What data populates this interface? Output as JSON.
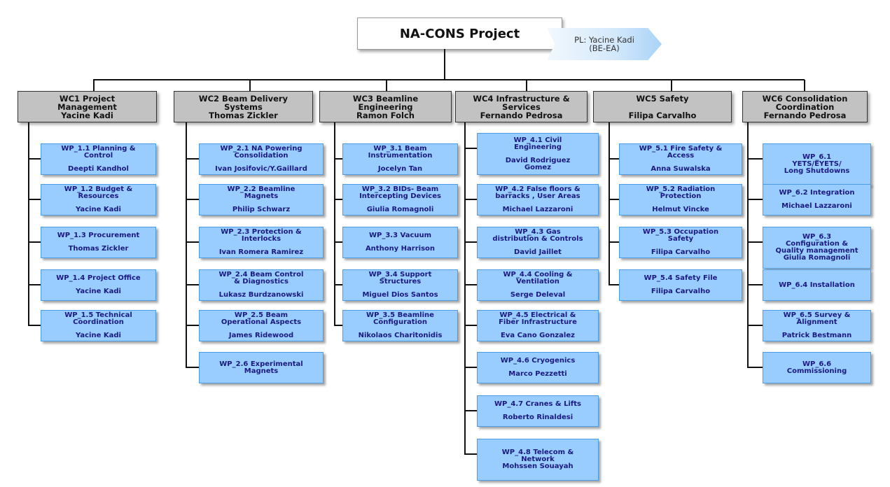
{
  "project": {
    "title": "NA-CONS Project",
    "project_leader": [
      "PL: Yacine Kadi",
      "(BE-EA)"
    ]
  },
  "colors": {
    "wc_fill": "#c2c2c2",
    "wp_fill": "#99ccff",
    "wp_border": "#4a9be8",
    "wp_text": "#1a1a80",
    "connector": "#111111"
  },
  "work_clusters": [
    {
      "id": "wc1",
      "title_lines": [
        "WC1 Project",
        "Management",
        "Yacine Kadi"
      ],
      "packages": [
        {
          "title": [
            "WP_1.1 Planning &",
            "Control"
          ],
          "owner": [
            "Deepti Kandhol"
          ]
        },
        {
          "title": [
            "WP_1.2 Budget &",
            "Resources"
          ],
          "owner": [
            "Yacine Kadi"
          ]
        },
        {
          "title": [
            "WP_1.3 Procurement"
          ],
          "owner": [
            "Thomas Zickler"
          ]
        },
        {
          "title": [
            "WP_1.4 Project Office"
          ],
          "owner": [
            "Yacine Kadi"
          ]
        },
        {
          "title": [
            "WP_1.5 Technical",
            "Coordination"
          ],
          "owner": [
            "Yacine Kadi"
          ]
        }
      ]
    },
    {
      "id": "wc2",
      "title_lines": [
        "WC2 Beam Delivery",
        "Systems",
        "Thomas Zickler"
      ],
      "packages": [
        {
          "title": [
            "WP_2.1 NA Powering",
            "Consolidation"
          ],
          "owner": [
            "Ivan Josifovic/Y.Gaillard"
          ]
        },
        {
          "title": [
            "WP_2.2 Beamline",
            "Magnets"
          ],
          "owner": [
            "Philip Schwarz"
          ]
        },
        {
          "title": [
            "WP_2.3 Protection &",
            "Interlocks"
          ],
          "owner": [
            "Ivan Romera Ramirez"
          ]
        },
        {
          "title": [
            "WP_2.4 Beam Control",
            "& Diagnostics"
          ],
          "owner": [
            "Lukasz Burdzanowski"
          ]
        },
        {
          "title": [
            "WP_2.5 Beam",
            "Operational Aspects"
          ],
          "owner": [
            "James Ridewood"
          ]
        },
        {
          "title": [
            "WP_2.6 Experimental",
            "Magnets"
          ],
          "owner": []
        }
      ]
    },
    {
      "id": "wc3",
      "title_lines": [
        "WC3 Beamline",
        "Engineering",
        "Ramon Folch"
      ],
      "packages": [
        {
          "title": [
            "WP_3.1 Beam",
            "Instrumentation"
          ],
          "owner": [
            "Jocelyn Tan"
          ]
        },
        {
          "title": [
            "WP_3.2 BIDs- Beam",
            "Intercepting Devices"
          ],
          "owner": [
            "Giulia Romagnoli"
          ]
        },
        {
          "title": [
            "WP_3.3 Vacuum"
          ],
          "owner": [
            "Anthony Harrison"
          ]
        },
        {
          "title": [
            "WP_3.4 Support",
            "Structures"
          ],
          "owner": [
            "Miguel Dios Santos"
          ]
        },
        {
          "title": [
            "WP_3.5 Beamline",
            "Configuration"
          ],
          "owner": [
            "Nikolaos Charitonidis"
          ]
        }
      ]
    },
    {
      "id": "wc4",
      "title_lines": [
        "WC4 Infrastructure &",
        "Services",
        "Fernando Pedrosa"
      ],
      "packages": [
        {
          "title": [
            "WP_4.1 Civil",
            "Engineering"
          ],
          "owner": [
            "David Rodriguez",
            "Gomez"
          ]
        },
        {
          "title": [
            "WP_4.2 False floors &",
            "barracks , User Areas"
          ],
          "owner": [
            "Michael Lazzaroni"
          ]
        },
        {
          "title": [
            "WP_4.3 Gas",
            "distribution & Controls"
          ],
          "owner": [
            "David Jaillet"
          ]
        },
        {
          "title": [
            "WP_4.4 Cooling &",
            "Ventilation"
          ],
          "owner": [
            "Serge Deleval"
          ]
        },
        {
          "title": [
            "WP_4.5 Electrical &",
            "Fiber Infrastructure"
          ],
          "owner": [
            "Eva Cano Gonzalez"
          ]
        },
        {
          "title": [
            "WP_4.6 Cryogenics"
          ],
          "owner": [
            "Marco Pezzetti"
          ]
        },
        {
          "title": [
            "WP_4.7 Cranes & Lifts"
          ],
          "owner": [
            "Roberto Rinaldesi"
          ]
        },
        {
          "title": [
            "WP_4.8 Telecom &",
            "Network",
            "Mohssen Souayah"
          ],
          "owner": []
        }
      ]
    },
    {
      "id": "wc5",
      "title_lines": [
        "WC5 Safety",
        "",
        "Filipa Carvalho"
      ],
      "packages": [
        {
          "title": [
            "WP_5.1 Fire Safety &",
            "Access"
          ],
          "owner": [
            "Anna Suwalska"
          ]
        },
        {
          "title": [
            "WP_5.2 Radiation",
            "Protection"
          ],
          "owner": [
            "Helmut Vincke"
          ]
        },
        {
          "title": [
            "WP_5.3 Occupation",
            "Safety"
          ],
          "owner": [
            "Filipa Carvalho"
          ]
        },
        {
          "title": [
            "WP_5.4 Safety File"
          ],
          "owner": [
            "Filipa Carvalho"
          ]
        }
      ]
    },
    {
      "id": "wc6",
      "title_lines": [
        "WC6 Consolidation",
        "Coordination",
        "Fernando Pedrosa"
      ],
      "packages": [
        {
          "title": [
            "WP_6.1",
            "YETS/EYETS/",
            "Long Shutdowns"
          ],
          "owner": []
        },
        {
          "title": [
            "WP_6.2 Integration"
          ],
          "owner": [
            "Michael Lazzaroni"
          ]
        },
        {
          "title": [
            "WP_6.3",
            "Configuration &",
            "Quality management",
            "Giulia Romagnoli"
          ],
          "owner": []
        },
        {
          "title": [
            "WP_6.4 Installation"
          ],
          "owner": []
        },
        {
          "title": [
            "WP_6.5 Survey &",
            "Alignment"
          ],
          "owner": [
            "Patrick Bestmann"
          ]
        },
        {
          "title": [
            "WP_6.6",
            "Commissioning"
          ],
          "owner": []
        }
      ]
    }
  ]
}
